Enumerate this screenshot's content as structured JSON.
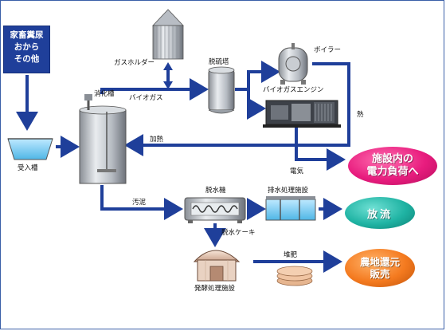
{
  "source": {
    "lines": [
      "家畜糞尿",
      "おから",
      "その他"
    ]
  },
  "labels": {
    "receiving_tank": "受入槽",
    "digester": "消化槽",
    "gas_holder": "ガスホルダー",
    "biogas": "バイオガス",
    "desulfurization_tower": "脱硫塔",
    "boiler": "ボイラー",
    "biogas_engine": "バイオガスエンジン",
    "heat": "熱",
    "heating": "加熱",
    "electricity": "電気",
    "sludge": "汚泥",
    "dehydrator": "脱水機",
    "wastewater_facility": "排水処理施設",
    "dewatered_cake": "脱水ケーキ",
    "fermentation_facility": "発酵処理施設",
    "compost": "堆肥"
  },
  "outputs": {
    "power_lines": [
      "施設内の",
      "電力負荷へ"
    ],
    "discharge": "放流",
    "sale_lines": [
      "農地還元",
      "販売"
    ]
  },
  "colors": {
    "arrow": "#1f3f9a",
    "source_box": "#1f3f9a",
    "power_oval": "#e81c7e",
    "discharge_oval": "#1fb3a3",
    "sale_oval": "#f47a1f"
  }
}
